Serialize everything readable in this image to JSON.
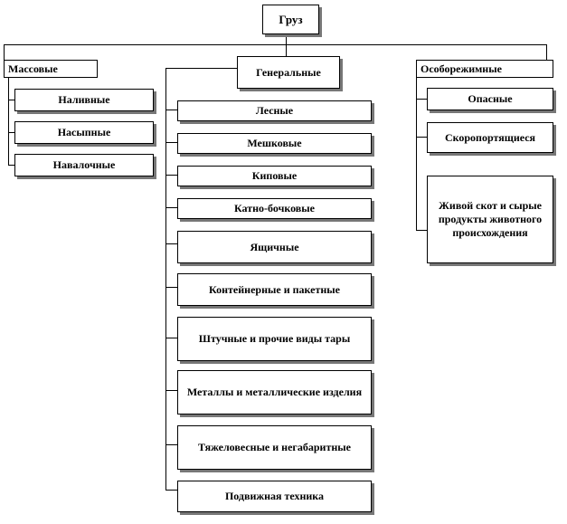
{
  "root": "Груз",
  "categories": [
    {
      "label": "Массовые",
      "items": [
        "Наливные",
        "Насыпные",
        "Навалочные"
      ]
    },
    {
      "label": "Генеральные",
      "items": [
        "Лесные",
        "Мешковые",
        "Киповые",
        "Катно-бочковые",
        "Ящичные",
        "Контейнерные и пакетные",
        "Штучные и прочие виды тары",
        "Металлы и металлические изделия",
        "Тяжеловесные и негабаритные",
        "Подвижная техника"
      ]
    },
    {
      "label": "Особорежимные",
      "items": [
        "Опасные",
        "Скоропортящиеся",
        "Живой скот и сырые продукты животного происхождения"
      ]
    }
  ]
}
